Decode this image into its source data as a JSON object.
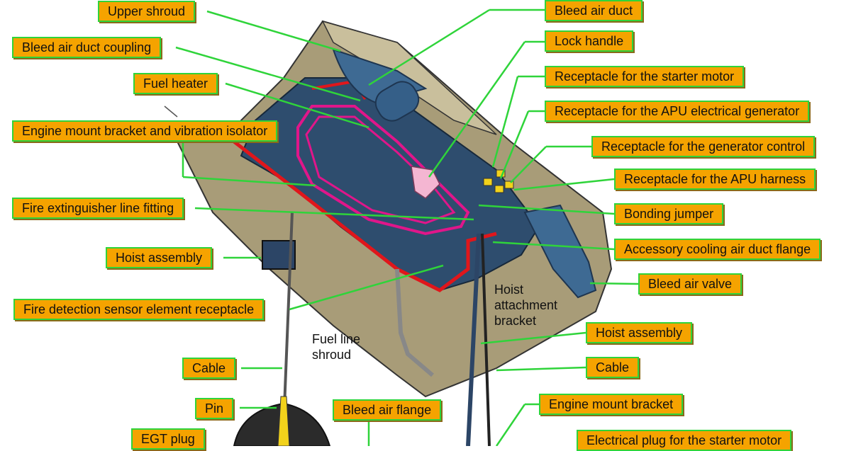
{
  "labels": {
    "upper_shroud": "Upper shroud",
    "bleed_air_duct_coupling": "Bleed air duct coupling",
    "fuel_heater": "Fuel heater",
    "engine_mount_bracket_vibration_isolator": "Engine mount bracket and vibration isolator",
    "fire_extinguisher_line_fitting": "Fire extinguisher line fitting",
    "hoist_assembly_left": "Hoist assembly",
    "fire_detection_sensor_element_receptacle": "Fire detection sensor element receptacle",
    "cable_left": "Cable",
    "pin": "Pin",
    "egt_plug": "EGT plug",
    "bleed_air_flange": "Bleed air flange",
    "bleed_air_duct": "Bleed air duct",
    "lock_handle": "Lock handle",
    "receptacle_starter_motor": "Receptacle for the starter motor",
    "receptacle_apu_electrical_generator": "Receptacle for the APU electrical generator",
    "receptacle_generator_control": "Receptacle for the generator control",
    "receptacle_apu_harness": "Receptacle for the APU harness",
    "bonding_jumper": "Bonding jumper",
    "accessory_cooling_air_duct_flange": "Accessory cooling air duct flange",
    "bleed_air_valve": "Bleed air valve",
    "hoist_assembly_right": "Hoist assembly",
    "cable_right": "Cable",
    "engine_mount_bracket": "Engine mount bracket",
    "electrical_plug_starter_motor": "Electrical plug for the starter motor",
    "hoist_attachment_bracket": "Hoist\nattachment\nbracket",
    "fuel_line_shroud": "Fuel line\nshroud"
  },
  "colors": {
    "callout_fill": "#f5a300",
    "callout_border": "#2fd43a",
    "leader_line": "#2fd43a",
    "shroud": "#a89c78",
    "interior": "#2e4d6e",
    "fire_seal": "#e0161b",
    "fuel_heater_line": "#e0168a"
  }
}
